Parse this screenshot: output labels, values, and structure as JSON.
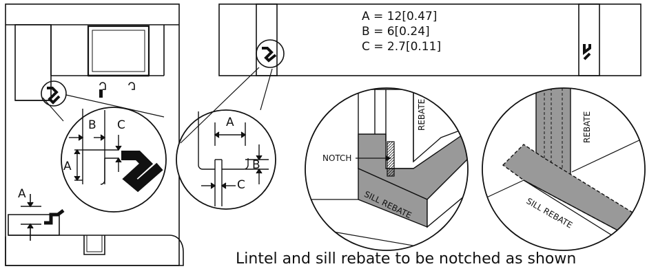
{
  "legend": {
    "a": "A = 12[0.47]",
    "b": "B = 6[0.24]",
    "c": "C = 2.7[0.11]"
  },
  "labels": {
    "a": "A",
    "b": "B",
    "c": "C",
    "notch": "NOTCH",
    "rebate": "REBATE",
    "sill_rebate": "SILL REBATE"
  },
  "caption": "Lintel and sill rebate to be notched as shown",
  "colors": {
    "line": "#111111",
    "rebate_fill": "#999999",
    "notch_fill": "#d0d0d0"
  }
}
